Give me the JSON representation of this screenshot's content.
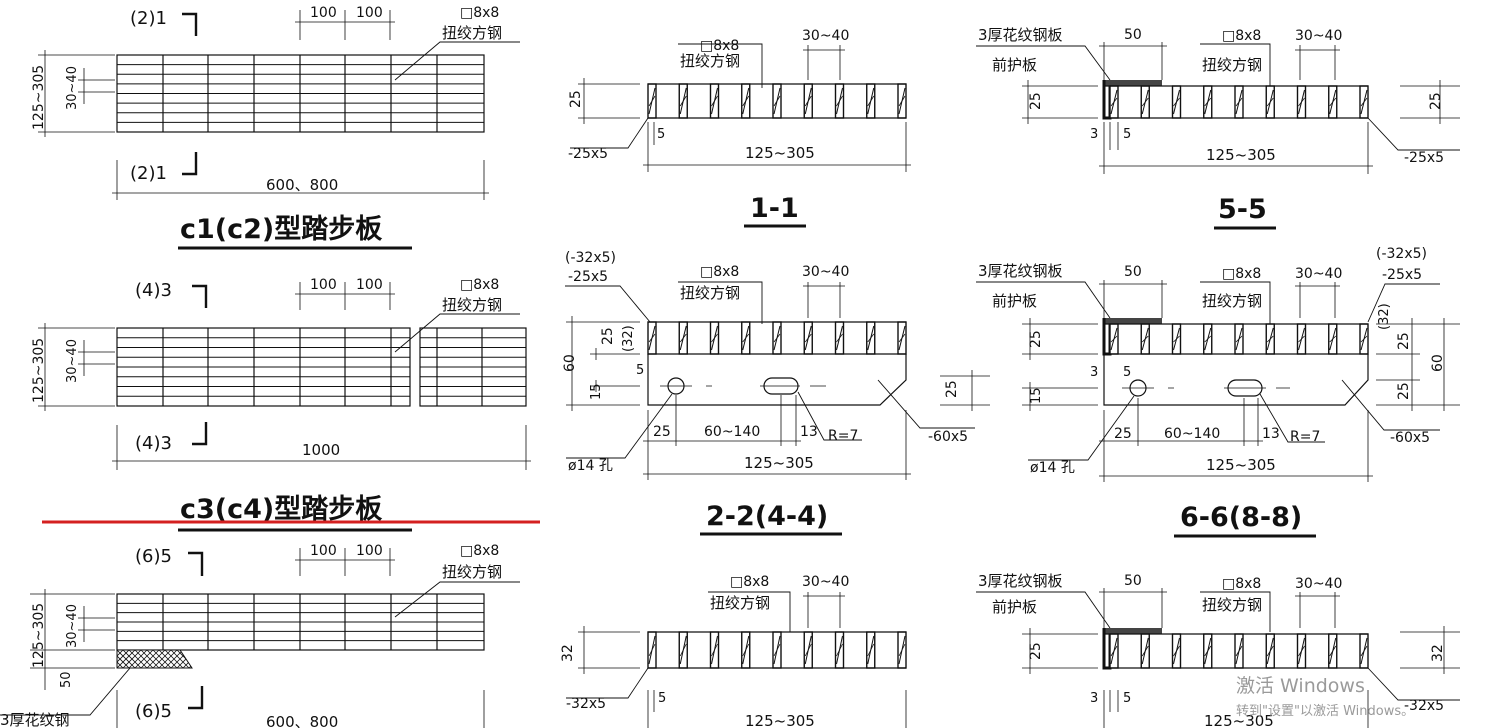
{
  "plans": [
    {
      "id": "c1",
      "title": "c1(c2)型踏步板",
      "sec_top": "(2)1",
      "sec_bottom": "(2)1",
      "dim_a": "100",
      "dim_b": "100",
      "bar": "□8x8",
      "bar_name": "扭绞方钢",
      "h_range": "125~305",
      "spacing": "30~40",
      "length": "600、800"
    },
    {
      "id": "c3",
      "title": "c3(c4)型踏步板",
      "sec_top": "(4)3",
      "sec_bottom": "(4)3",
      "dim_a": "100",
      "dim_b": "100",
      "bar": "□8x8",
      "bar_name": "扭绞方钢",
      "h_range": "125~305",
      "spacing": "30~40",
      "length": "1000"
    },
    {
      "id": "c5",
      "sec_top": "(6)5",
      "sec_bottom": "(6)5",
      "dim_a": "100",
      "dim_b": "100",
      "bar": "□8x8",
      "bar_name": "扭绞方钢",
      "h_range": "125~305",
      "spacing": "30~40",
      "strip": "50",
      "plate_label": "3厚花纹钢",
      "length": "600、800"
    }
  ],
  "sections": {
    "s11": {
      "title": "1-1",
      "bar": "□8x8",
      "bar_name": "扭绞方钢",
      "spacing": "30~40",
      "height": "25",
      "flat": "-25x5",
      "gap": "5",
      "width": "125~305"
    },
    "s55": {
      "title": "5-5",
      "plate": "3厚花纹钢板",
      "guard": "前护板",
      "strip": "50",
      "bar": "□8x8",
      "bar_name": "扭绞方钢",
      "spacing": "30~40",
      "height_l": "25",
      "height_r": "25",
      "t3": "3",
      "t5": "5",
      "flat": "-25x5",
      "width": "125~305"
    },
    "s22": {
      "title": "2-2(4-4)",
      "alt": "(-32x5)",
      "flat": "-25x5",
      "bar": "□8x8",
      "bar_name": "扭绞方钢",
      "spacing": "30~40",
      "h25": "25",
      "h32": "(32)",
      "h60": "60",
      "h15": "15",
      "gap": "5",
      "d25": "25",
      "d60_140": "60~140",
      "d13": "13",
      "r7": "R=7",
      "hole": "ø14 孔",
      "plate60": "-60x5",
      "width": "125~305",
      "r25": "25"
    },
    "s66": {
      "title": "6-6(8-8)",
      "plate": "3厚花纹钢板",
      "guard": "前护板",
      "strip": "50",
      "bar": "□8x8",
      "bar_name": "扭绞方钢",
      "spacing": "30~40",
      "alt": "(-32x5)",
      "flat": "-25x5",
      "h32": "(32)",
      "h25a": "25",
      "h25b": "25",
      "h60": "60",
      "h25l": "25",
      "h15": "15",
      "t3": "3",
      "t5": "5",
      "d25": "25",
      "d60_140": "60~140",
      "d13": "13",
      "r7": "R=7",
      "hole": "ø14 孔",
      "plate60": "-60x5",
      "width": "125~305"
    },
    "s33": {
      "bar": "□8x8",
      "bar_name": "扭绞方钢",
      "spacing": "30~40",
      "height": "32",
      "flat": "-32x5",
      "gap": "5",
      "width": "125~305"
    },
    "s77": {
      "plate": "3厚花纹钢板",
      "guard": "前护板",
      "strip": "50",
      "bar": "□8x8",
      "bar_name": "扭绞方钢",
      "spacing": "30~40",
      "height_l": "25",
      "height_r": "32",
      "t3": "3",
      "t5": "5",
      "flat": "-32x5",
      "width": "125~305"
    }
  },
  "watermark": {
    "line1": "激活 Windows",
    "line2": "转到\"设置\"以激活 Windows。"
  },
  "colors": {
    "ink": "#111111",
    "redline": "#d42020",
    "watermark": "#9a9a9a"
  }
}
